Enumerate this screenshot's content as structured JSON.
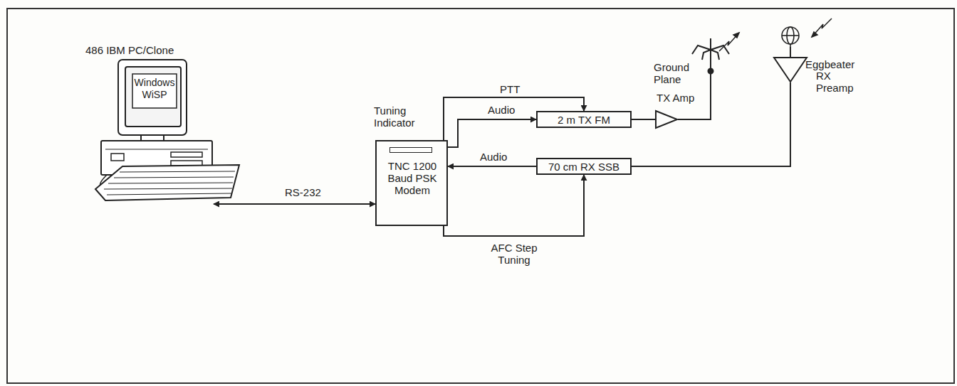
{
  "diagram": {
    "nodes": [
      {
        "text": [
          "486 IBM PC/Clone",
          "Windows WiSP"
        ]
      },
      {
        "text": [
          "Tuning Indicator",
          "TNC 1200 Baud PSK Modem"
        ]
      },
      {
        "text": [
          "2 m TX FM"
        ]
      },
      {
        "text": [
          "70 cm RX SSB"
        ]
      },
      {
        "text": [
          "TX Amp"
        ]
      },
      {
        "text": [
          "Ground Plane"
        ]
      },
      {
        "text": [
          "Eggbeater"
        ]
      },
      {
        "text": [
          "RX Preamp"
        ]
      }
    ],
    "edges": [
      {
        "from": 0,
        "to": 1,
        "label": "RS-232",
        "arrow": "both"
      },
      {
        "from": 1,
        "to": 2,
        "label": "PTT",
        "arrow": "to"
      },
      {
        "from": 1,
        "to": 2,
        "label": "Audio",
        "arrow": "to"
      },
      {
        "from": 3,
        "to": 1,
        "label": "Audio",
        "arrow": "to"
      },
      {
        "from": 1,
        "to": 3,
        "label": "AFC Step Tuning",
        "arrow": "to"
      },
      {
        "from": 2,
        "to": 4,
        "arrow": "none"
      },
      {
        "from": 4,
        "to": 5,
        "arrow": "none"
      },
      {
        "from": 6,
        "to": 7,
        "arrow": "none"
      },
      {
        "from": 7,
        "to": 3,
        "arrow": "none"
      }
    ]
  }
}
